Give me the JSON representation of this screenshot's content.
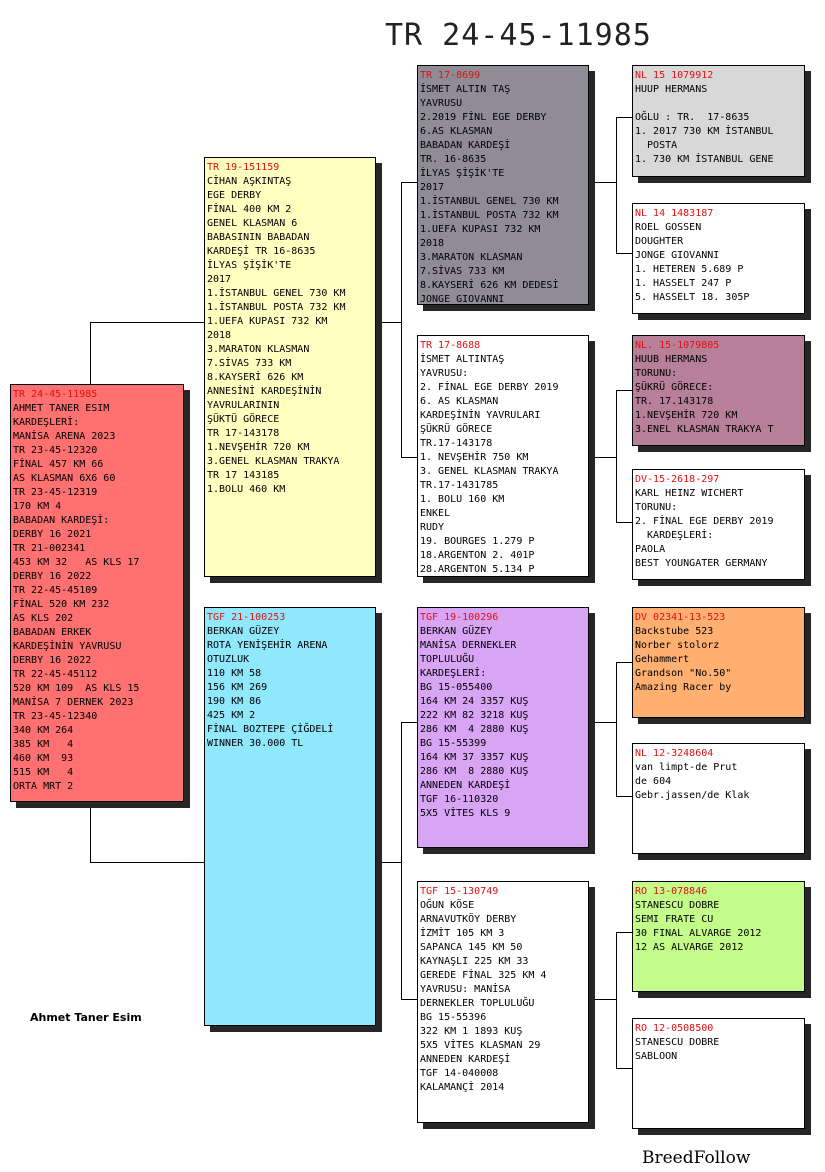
{
  "title": "TR 24-45-11985",
  "owner": "Ahmet Taner Esim",
  "brand": "BreedFollow",
  "boxes": [
    {
      "header": "TR 24-45-11985",
      "bg": "#ff7070",
      "lines": [
        "AHMET TANER ESIM",
        "KARDEŞLERİ:",
        "MANİSA ARENA 2023",
        "TR 23-45-12320",
        "FİNAL 457 KM 66",
        "AS KLASMAN 6X6 60",
        "TR 23-45-12319",
        "170 KM 4",
        "BABADAN KARDEŞİ:",
        "DERBY 16 2021",
        "TR 21-002341",
        "453 KM 32   AS KLS 17",
        "DERBY 16 2022",
        "TR 22-45-45109",
        "FİNAL 520 KM 232",
        "AS KLS 202",
        "BABADAN ERKEK",
        "KARDEŞİNİN YAVRUSU",
        "DERBY 16 2022",
        "TR 22-45-45112",
        "520 KM 109  AS KLS 15",
        "MANİSA 7 DERNEK 2023",
        "TR 23-45-12340",
        "340 KM 264",
        "385 KM   4",
        "460 KM  93",
        "515 KM   4",
        "ORTA MRT 2"
      ]
    },
    {
      "header": "TR 19-151159",
      "bg": "#ffffc0",
      "lines": [
        "CİHAN AŞKINTAŞ",
        "EGE DERBY",
        "FİNAL 400 KM 2",
        "GENEL KLASMAN 6",
        "BABASININ BABADAN",
        "KARDEŞİ TR 16-8635",
        "İLYAS ŞİŞİK'TE",
        "2017",
        "1.İSTANBUL GENEL 730 KM",
        "1.İSTANBUL POSTA 732 KM",
        "1.UEFA KUPASI 732 KM",
        "2018",
        "3.MARATON KLASMAN",
        "7.SİVAS 733 KM",
        "8.KAYSERİ 626 KM",
        "ANNESİNİ KARDEŞİNİN",
        "YAVRULARININ",
        "ŞÜKTÜ GÖRECE",
        "TR 17-143178",
        "1.NEVŞEHİR 720 KM",
        "3.GENEL KLASMAN TRAKYA",
        "TR 17 143185",
        "1.BOLU 460 KM"
      ]
    },
    {
      "header": "TGF 21-100253",
      "bg": "#90e8fc",
      "lines": [
        "BERKAN GÜZEY",
        "ROTA YENİŞEHİR ARENA",
        "OTUZLUK",
        "110 KM 58",
        "156 KM 269",
        "190 KM 86",
        "425 KM 2",
        "FİNAL BOZTEPE ÇİĞDELİ",
        "WINNER 30.000 TL"
      ]
    },
    {
      "header": "TR 17-8699",
      "bg": "#908c96",
      "lines": [
        "İSMET ALTIN TAŞ",
        "YAVRUSU",
        "2.2019 FİNL EGE DERBY",
        "6.AS KLASMAN",
        "BABADAN KARDEŞİ",
        "TR. 16-8635",
        "İLYAS ŞİŞİK'TE",
        "2017",
        "1.İSTANBUL GENEL 730 KM",
        "1.İSTANBUL POSTA 732 KM",
        "1.UEFA KUPASI 732 KM",
        "2018",
        "3.MARATON KLASMAN",
        "7.SİVAS 733 KM",
        "8.KAYSERİ 626 KM DEDESİ",
        "JONGE GIOVANNI"
      ]
    },
    {
      "header": "TR 17-8688",
      "bg": "#ffffff",
      "lines": [
        "İSMET ALTINTAŞ",
        "YAVRUSU:",
        "2. FİNAL EGE DERBY 2019",
        "6. AS KLASMAN",
        "KARDEŞİNİN YAVRULARI",
        "ŞÜKRÜ GÖRECE",
        "TR.17-143178",
        "1. NEVŞEHİR 750 KM",
        "3. GENEL KLASMAN TRAKYA",
        "TR.17-1431785",
        "1. BOLU 160 KM",
        "ENKEL",
        "RUDY",
        "19. BOURGES 1.279 P",
        "18.ARGENTON 2. 401P",
        "28.ARGENTON 5.134 P"
      ]
    },
    {
      "header": "TGF 19-100296",
      "bg": "#d8a4f4",
      "lines": [
        "BERKAN GÜZEY",
        "MANİSA DERNEKLER",
        "TOPLULUĞU",
        "KARDEŞLERİ:",
        "BG 15-055400",
        "164 KM 24 3357 KUŞ",
        "222 KM 82 3218 KUŞ",
        "286 KM  4 2880 KUŞ",
        "BG 15-55399",
        "164 KM 37 3357 KUŞ",
        "286 KM  8 2880 KUŞ",
        "ANNEDEN KARDEŞİ",
        "TGF 16-110320",
        "5X5 VİTES KLS 9"
      ]
    },
    {
      "header": "TGF 15-130749",
      "bg": "#ffffff",
      "lines": [
        "OĞUN KÖSE",
        "ARNAVUTKÖY DERBY",
        "İZMİT 105 KM 3",
        "SAPANCA 145 KM 50",
        "KAYNAŞLI 225 KM 33",
        "GEREDE FİNAL 325 KM 4",
        "YAVRUSU: MANİSA",
        "DERNEKLER TOPLULUĞU",
        "BG 15-55396",
        "322 KM 1 1893 KUŞ",
        "5X5 VİTES KLASMAN 29",
        "ANNEDEN KARDEŞİ",
        "TGF 14-040008",
        "KALAMANÇİ 2014"
      ]
    },
    {
      "header": "NL 15 1079912",
      "bg": "#d8d8d8",
      "lines": [
        "HUUP HERMANS",
        "",
        "OĞLU : TR.  17-8635",
        "1. 2017 730 KM İSTANBUL",
        "  POSTA",
        "1. 730 KM İSTANBUL GENE"
      ]
    },
    {
      "header": "NL 14 1483187",
      "bg": "#ffffff",
      "lines": [
        "ROEL GOSSEN",
        "DOUGHTER",
        "JONGE GIOVANNI",
        "1. HETEREN 5.689 P",
        "1. HASSELT 247 P",
        "5. HASSELT 18. 305P"
      ]
    },
    {
      "header": "NL. 15-1079805",
      "bg": "#b88098",
      "lines": [
        "HUUB HERMANS",
        "TORUNU:",
        "ŞÜKRÜ GÖRECE:",
        "TR. 17.143178",
        "1.NEVŞEHİR 720 KM",
        "3.ENEL KLASMAN TRAKYA T"
      ]
    },
    {
      "header": "DV-15-2618-297",
      "bg": "#ffffff",
      "lines": [
        "KARL HEINZ WICHERT",
        "TORUNU:",
        "2. FİNAL EGE DERBY 2019",
        "  KARDEŞLERİ:",
        "PAOLA",
        "BEST YOUNGATER GERMANY"
      ]
    },
    {
      "header": "DV 02341-13-523",
      "bg": "#ffb070",
      "lines": [
        "Backstube 523",
        "Norber stolorz",
        "Gehammert",
        "Grandson \"No.50\"",
        "Amazing Racer by"
      ]
    },
    {
      "header": "NL 12-3248604",
      "bg": "#ffffff",
      "lines": [
        "van limpt-de Prut",
        "de 604",
        "Gebr.jassen/de Klak"
      ]
    },
    {
      "header": "RO 13-078846",
      "bg": "#c4fc8a",
      "lines": [
        "STANESCU DOBRE",
        "SEMI FRATE CU",
        "30 FINAL ALVARGE 2012",
        "12 AS ALVARGE 2012"
      ]
    },
    {
      "header": "RO 12-0508500",
      "bg": "#ffffff",
      "lines": [
        "STANESCU DOBRE",
        "SABLOON"
      ]
    }
  ]
}
